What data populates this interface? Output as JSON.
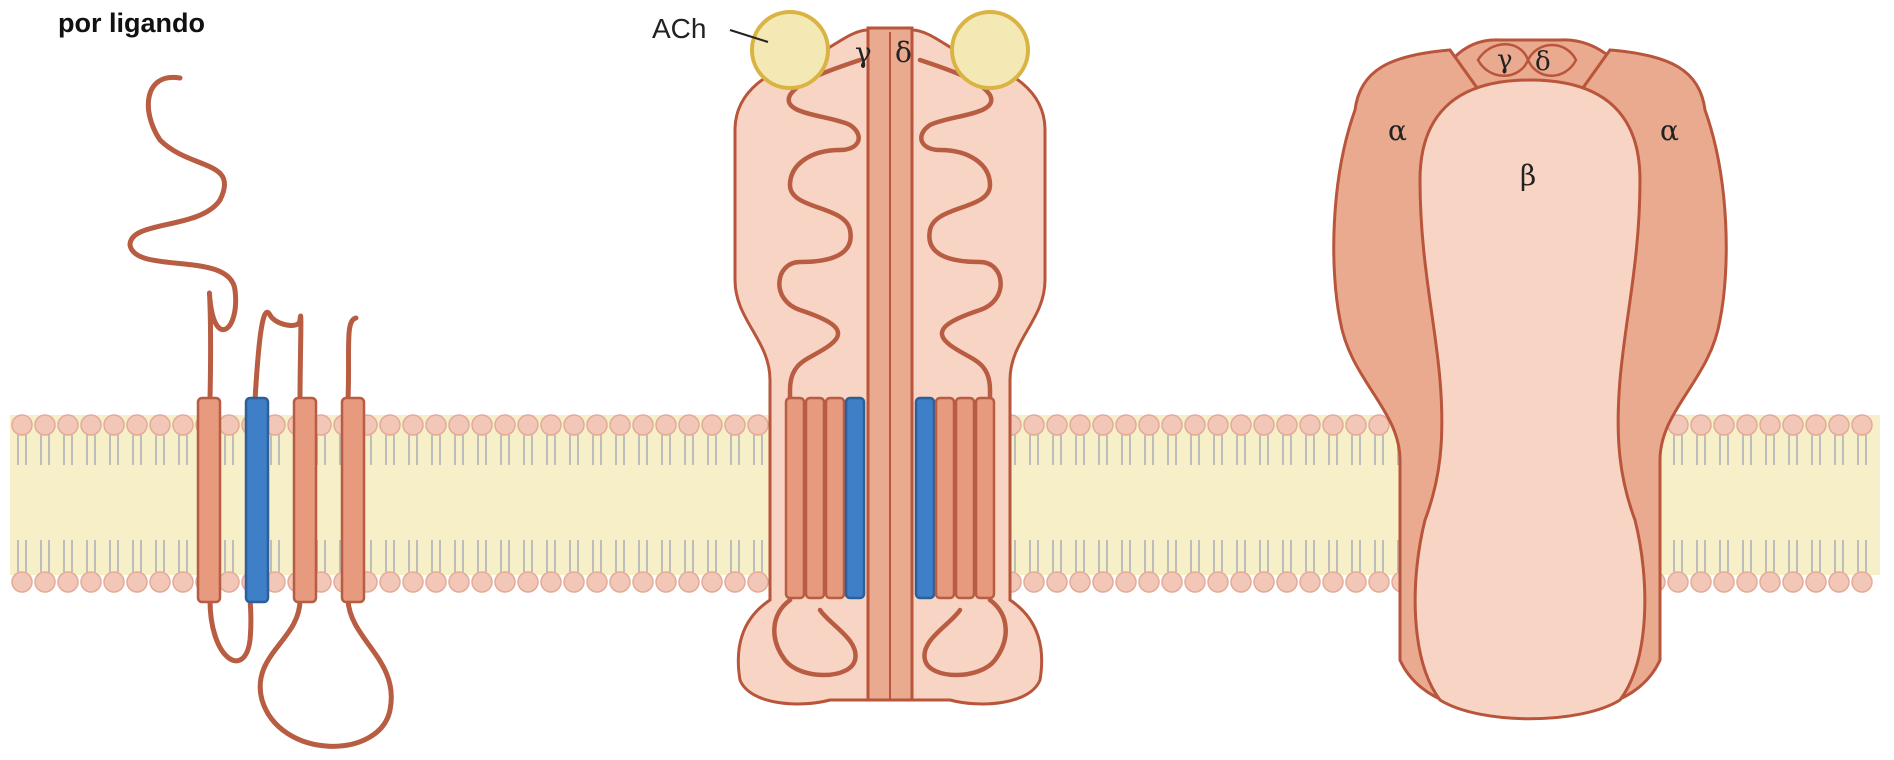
{
  "title": "por ligando",
  "labels": {
    "ach": "ACh",
    "gamma": "γ",
    "delta": "δ",
    "alpha": "α",
    "beta": "β"
  },
  "colors": {
    "membrane_fill": "#f6efc8",
    "lipid_head": "#f2c7b7",
    "lipid_head_stroke": "#e2ab98",
    "lipid_tail": "#bdbdbd",
    "protein_light": "#f7d4c4",
    "protein_mid": "#eaaa90",
    "protein_outline": "#b8553a",
    "strand": "#b85c42",
    "helix_orange": "#e79a7e",
    "helix_blue": "#3f7fc7",
    "ach_fill": "#f4e8b5",
    "ach_stroke": "#d9b443"
  }
}
